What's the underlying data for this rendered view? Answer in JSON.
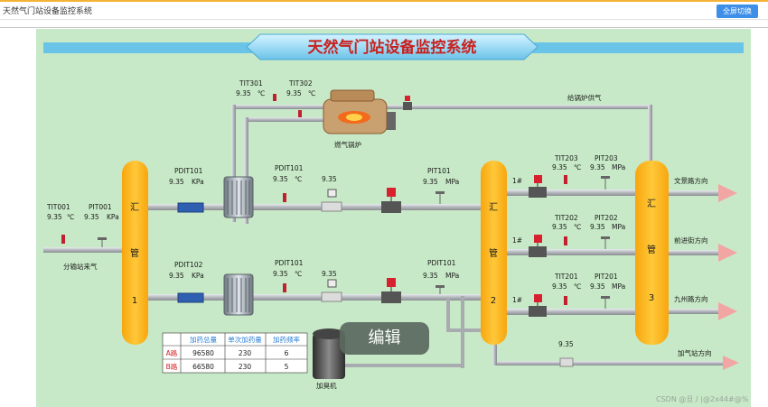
{
  "app": {
    "title": "天然气门站设备监控系统",
    "fullscreen_label": "全屏切换",
    "edit_overlay": "编辑",
    "watermark": "CSDN @旦丿|@2x44#@%"
  },
  "scada": {
    "title": "天然气门站设备监控系统",
    "hubs": [
      {
        "id": "1",
        "chars": [
          "汇",
          "管",
          "1"
        ]
      },
      {
        "id": "2",
        "chars": [
          "汇",
          "管",
          "2"
        ]
      },
      {
        "id": "3",
        "chars": [
          "汇",
          "管",
          "3"
        ]
      }
    ],
    "sensors": {
      "tit001": {
        "tag": "TIT001",
        "value": "9.35",
        "unit": "℃"
      },
      "pit001": {
        "tag": "PIT001",
        "value": "9.35",
        "unit": "KPa"
      },
      "pdit101": {
        "tag": "PDIT101",
        "value": "9.35",
        "unit": "KPa"
      },
      "pdit101_b": {
        "tag": "PDIT101",
        "value": "9.35",
        "unit": "℃"
      },
      "pdit102": {
        "tag": "PDIT102",
        "value": "9.35",
        "unit": "KPa"
      },
      "pdit101_c": {
        "tag": "PDIT101",
        "value": "9.35",
        "unit": "℃"
      },
      "pit101": {
        "tag": "PIT101",
        "value": "9.35",
        "unit": "MPa"
      },
      "pdit101_d": {
        "tag": "PDIT101",
        "value": "9.35",
        "unit": "MPa"
      },
      "tit301": {
        "tag": "TIT301",
        "value": "9.35",
        "unit": "℃"
      },
      "tit302": {
        "tag": "TIT302",
        "value": "9.35",
        "unit": "℃"
      },
      "tit203": {
        "tag": "TIT203",
        "value": "9.35",
        "unit": "℃"
      },
      "pit203": {
        "tag": "PIT203",
        "value": "9.35",
        "unit": "MPa"
      },
      "tit202": {
        "tag": "TIT202",
        "value": "9.35",
        "unit": "℃"
      },
      "pit202": {
        "tag": "PIT202",
        "value": "9.35",
        "unit": "MPa"
      },
      "tit201": {
        "tag": "TIT201",
        "value": "9.35",
        "unit": "℃"
      },
      "pit201": {
        "tag": "PIT201",
        "value": "9.35",
        "unit": "MPa"
      },
      "flow_top": {
        "value": "9.35"
      },
      "flow_bottom": {
        "value": "9.35"
      },
      "flow_gas": {
        "value": "9.35"
      }
    },
    "labels": {
      "inlet": "分输站来气",
      "boiler": "燃气锅炉",
      "boiler_supply": "给锅炉供气",
      "odorizer": "加臭机",
      "branch_1": "1#",
      "branch_2": "1#",
      "branch_3": "1#",
      "dest_1": "文景路方向",
      "dest_2": "前进街方向",
      "dest_3": "九州路方向",
      "dest_4": "加气站方向"
    },
    "odor_table": {
      "headers": [
        "",
        "加药总量",
        "单次加药量",
        "加药频率"
      ],
      "rows": [
        {
          "line": "A路",
          "total": "96580",
          "single": "230",
          "freq": "6"
        },
        {
          "line": "B路",
          "total": "66580",
          "single": "230",
          "freq": "5"
        }
      ]
    },
    "colors": {
      "panel": "#c7e9c7",
      "hub": "#fdb815",
      "pipe": "#a8acb1",
      "arrow": "#f1a6a4",
      "valve": "#d8212e",
      "header_text": "#c8211f"
    }
  }
}
